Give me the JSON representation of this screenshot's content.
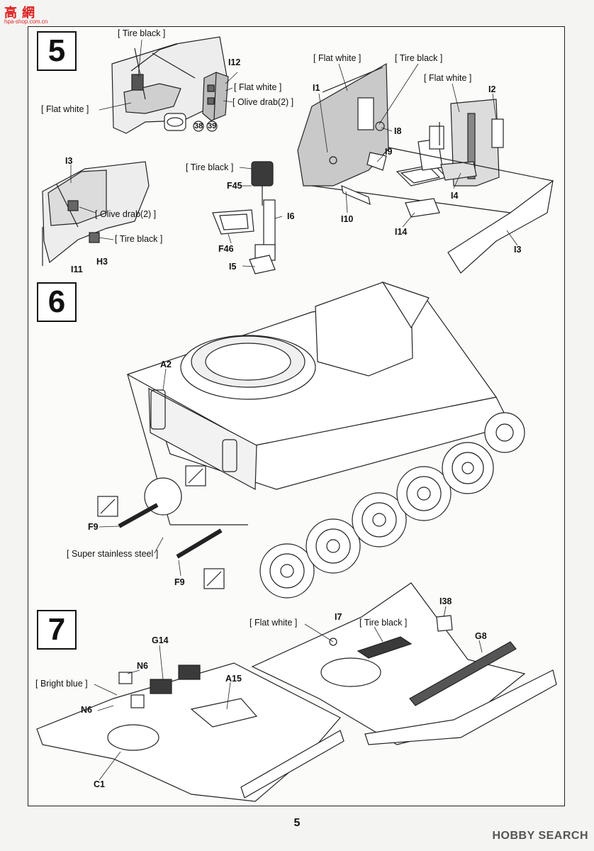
{
  "watermark_top": {
    "brand": "高 網",
    "url": "hpa-shop.com.cn"
  },
  "watermark_bottom": "HOBBY SEARCH",
  "page_number": "5",
  "steps": [
    {
      "number": "5",
      "paint_labels": {
        "tire_black_a": "[ Tire black ]",
        "flat_white_a": "[ Flat white ]",
        "flat_white_b": "[ Flat white ]",
        "olive_drab_a": "[ Olive drab(2) ]",
        "olive_drab_b": "[ Olive drab(2) ]",
        "tire_black_b": "[ Tire black ]",
        "tire_black_c": "[ Tire black ]",
        "flat_white_c": "[ Flat white ]",
        "tire_black_d": "[ Tire black ]",
        "flat_white_d": "[ Flat white ]"
      },
      "parts": {
        "i12": "I12",
        "n38": "38",
        "n39": "39",
        "i3a": "I3",
        "i11": "I11",
        "h3": "H3",
        "f45": "F45",
        "f46": "F46",
        "i5": "I5",
        "i6": "I6",
        "i1": "I1",
        "i8": "I8",
        "i9": "I9",
        "i2": "I2",
        "i4": "I4",
        "i10": "I10",
        "i14": "I14",
        "i3b": "I3"
      }
    },
    {
      "number": "6",
      "paint_labels": {
        "super_steel": "[ Super stainless steel ]"
      },
      "parts": {
        "a2": "A2",
        "f9a": "F9",
        "f9b": "F9"
      }
    },
    {
      "number": "7",
      "paint_labels": {
        "bright_blue": "[ Bright blue ]",
        "flat_white": "[ Flat white ]",
        "tire_black": "[ Tire black ]"
      },
      "parts": {
        "g14": "G14",
        "n6a": "N6",
        "n6b": "N6",
        "a15": "A15",
        "c1": "C1",
        "i7": "I7",
        "i38": "I38",
        "g8": "G8"
      }
    }
  ],
  "colors": {
    "line": "#222222",
    "grey_fill": "#c9c9c9",
    "dark_fill": "#3a3a3a",
    "watermark_red": "#dd2222"
  }
}
